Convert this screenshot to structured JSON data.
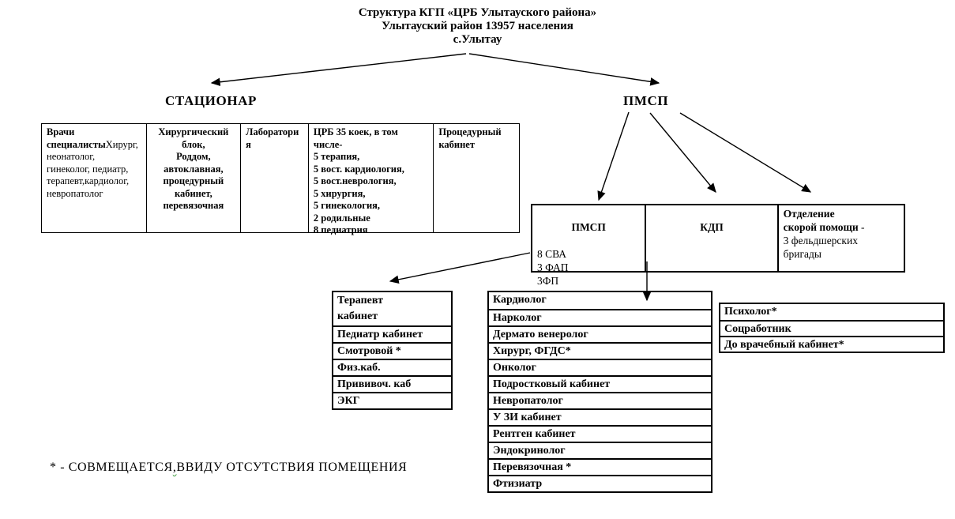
{
  "title": {
    "line1": "Структура КГП «ЦРБ Улытауского района»",
    "line2": "Улытауский район 13957 населения",
    "line3": "с.Улытау"
  },
  "branches": {
    "left": "СТАЦИОНАР",
    "right": "ПМСП"
  },
  "stationary_table": {
    "cells": [
      {
        "header": "Врачи\nспециалисты",
        "body": "Хирург,\nнеонатолог,\nгинеколог, педиатр,\nтерапевт,кардиолог,\nневропатолог"
      },
      {
        "body": "Хирургический\nблок,\nРоддом,\nавтоклавная,\nпроцедурный\nкабинет,\nперевязочная"
      },
      {
        "body": "Лаборатория"
      },
      {
        "body": "ЦРБ 35 коек, в том\nчисле-\n5 терапия,\n5 вост. кардиология,\n5 вост.неврология,\n5 хирургия,\n5 гинекология,\n2 родильные\n8 педиатрия"
      },
      {
        "body": "Процедурный\nкабинет"
      }
    ]
  },
  "pmsp_table": {
    "cells": [
      {
        "header": "ПМСП",
        "body": "8 СВА\n3 ФАП\n3ФП"
      },
      {
        "header": "КДП"
      },
      {
        "bold": "Отделение\nскорой помощи",
        "rest": " -\n3 фельдшерских\nбригады"
      }
    ]
  },
  "left_list": {
    "rows": [
      "Терапевт\nкабинет",
      "Педиатр кабинет",
      "Смотровой *",
      "Физ.каб.",
      "Прививоч. каб",
      "ЭКГ"
    ]
  },
  "middle_list": {
    "rows": [
      "Кардиолог",
      "Нарколог",
      "Дермато венеролог",
      "Хирург, ФГДС*",
      "Онколог",
      "Подростковый кабинет",
      "Невропатолог",
      "У ЗИ кабинет",
      "Рентген кабинет",
      "Эндокринолог",
      "Перевязочная *",
      "Фтизиатр"
    ]
  },
  "right_list": {
    "rows": [
      "Психолог*",
      "Соцработник",
      "До врачебный кабинет*"
    ]
  },
  "footnote": {
    "prefix": "* - СОВМЕЩАЕТСЯ",
    "squiggle": ",",
    "suffix": "ВВИДУ ОТСУТСТВИЯ ПОМЕЩЕНИЯ"
  },
  "colors": {
    "ink": "#000000",
    "squiggle": "#3a9a3a",
    "background": "#ffffff"
  }
}
